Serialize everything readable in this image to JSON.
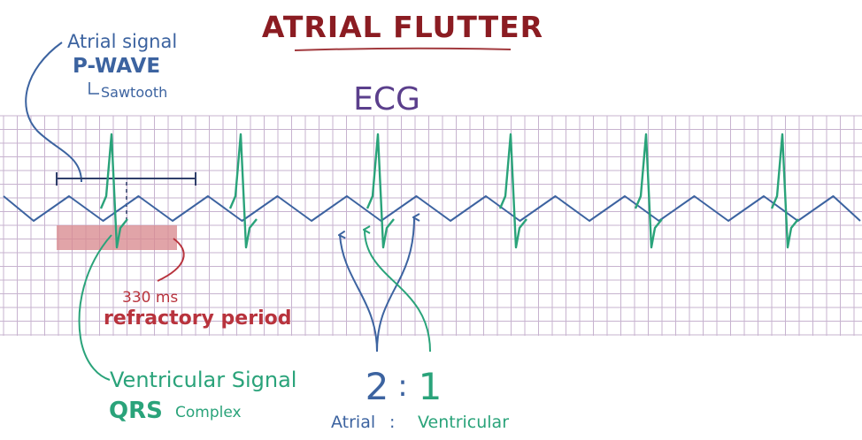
{
  "title": "ATRIAL FLUTTER",
  "ecg_label": "ECG",
  "atrial_annotation": {
    "line1": "Atrial signal",
    "line2": "P-WAVE",
    "line3": "Sawtooth"
  },
  "refractory_annotation": {
    "duration": "330 ms",
    "label": "refractory period"
  },
  "ventricular_annotation": {
    "line1": "Ventricular Signal",
    "line2": "QRS",
    "line3": "Complex"
  },
  "ratio": {
    "atrial_count": "2",
    "separator": ":",
    "ventricular_count": "1",
    "atrial_word": "Atrial",
    "ventricular_word": "Ventricular"
  },
  "colors": {
    "title": "#8b1c22",
    "underline": "#a23a3e",
    "ecg_label": "#5b3f8c",
    "atrial_blue": "#3c63a0",
    "qrs_green": "#2aa37a",
    "refractory_red": "#b8333d",
    "refractory_fill": "#d98a8f",
    "grid": "#c7b3cf"
  }
}
